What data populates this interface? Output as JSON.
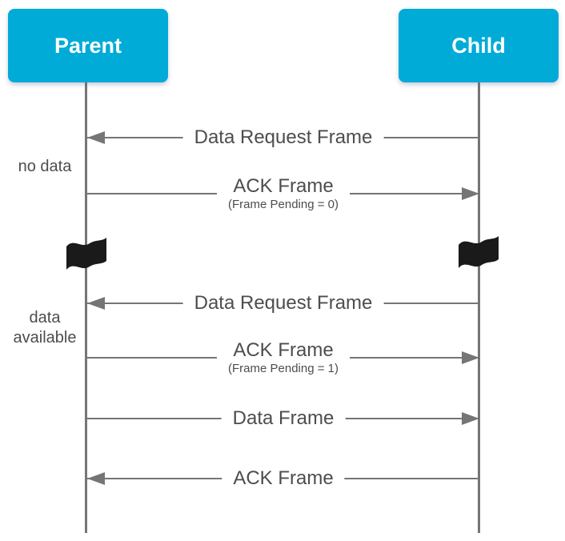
{
  "diagram": {
    "type": "sequence-diagram",
    "actors": [
      {
        "id": "parent",
        "label": "Parent"
      },
      {
        "id": "child",
        "label": "Child"
      }
    ],
    "messages": [
      {
        "label": "Data Request Frame",
        "sub": "",
        "from": "child",
        "to": "parent",
        "direction": "left"
      },
      {
        "label": "ACK Frame",
        "sub": "(Frame Pending = 0)",
        "from": "parent",
        "to": "child",
        "direction": "right"
      },
      {
        "label": "Data Request Frame",
        "sub": "",
        "from": "child",
        "to": "parent",
        "direction": "left"
      },
      {
        "label": "ACK Frame",
        "sub": "(Frame Pending = 1)",
        "from": "parent",
        "to": "child",
        "direction": "right"
      },
      {
        "label": "Data Frame",
        "sub": "",
        "from": "parent",
        "to": "child",
        "direction": "right"
      },
      {
        "label": "ACK Frame",
        "sub": "",
        "from": "child",
        "to": "parent",
        "direction": "left"
      }
    ],
    "side_notes": [
      {
        "label": "no data"
      },
      {
        "label": "data available"
      }
    ],
    "icons": {
      "break_marker": "flag-icon"
    },
    "colors": {
      "actor_bg": "#00ABD8",
      "actor_text": "#FFFFFF",
      "line": "#757575",
      "text": "#4D4D4D",
      "flag": "#1A1A1A"
    }
  }
}
